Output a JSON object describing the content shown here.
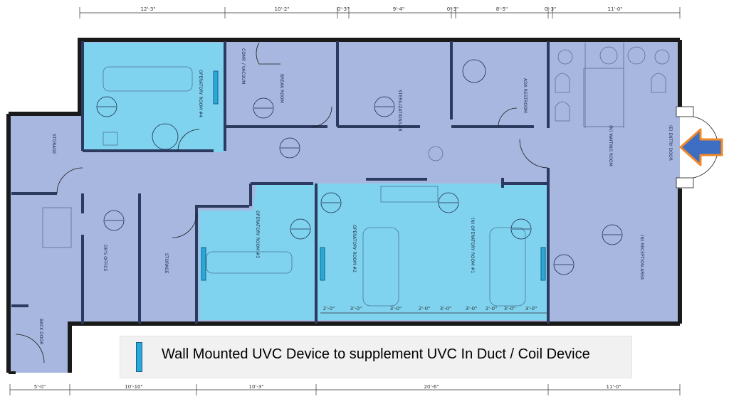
{
  "dimensions": {
    "top": [
      "12'-3\"",
      "10'-2\"",
      "0'-3\"",
      "9'-4\"",
      "0'-3\"",
      "8'-5\"",
      "0'-3\"",
      "11'-0\""
    ],
    "bottom": [
      "5'-0\"",
      "10'-10\"",
      "10'-3\"",
      "20'-6\"",
      "11'-0\""
    ],
    "interior": [
      "2'-0\"",
      "3'-0\"",
      "3'-0\"",
      "2'-0\"",
      "3'-0\"",
      "3'-0\"",
      "2'-0\"",
      "3'-0\"",
      "3'-0\""
    ]
  },
  "rooms": {
    "storage_left": "STORAGE",
    "back_door": "BACK DOOR",
    "operatory_4": "OPERATORY ROOM #4",
    "comp_vacuum": "COMP. / VACUUM",
    "break_room": "BREAK ROOM",
    "sterilization_lab": "STERILIZATION/LAB",
    "ada_restroom": "ADA RESTROOM",
    "waiting_room": "(N) WAITING ROOM",
    "entry_door": "(E) ENTRY DOOR",
    "drs_office": "DR'S OFFICE",
    "storage_mid": "STORAGE",
    "operatory_3": "OPERATORY ROOM #3",
    "operatory_2": "OPERATORY ROOM #2",
    "operatory_1": "(N) OPERATORY ROOM #1",
    "reception_area": "(N) RECEPTION AREA"
  },
  "legend": {
    "text": "Wall Mounted UVC Device to supplement UVC In Duct / Coil Device",
    "swatch_color": "#29a9d6"
  },
  "colors": {
    "floor": "#a8b7e0",
    "operatory_highlight": "#7fd3ee",
    "wall": "#1a1a1a",
    "arrow_fill": "#3d6ec4",
    "arrow_border": "#f08a2a"
  },
  "icons": [
    "uvc-device-icon",
    "entry-arrow-icon",
    "dental-chair-icon"
  ]
}
